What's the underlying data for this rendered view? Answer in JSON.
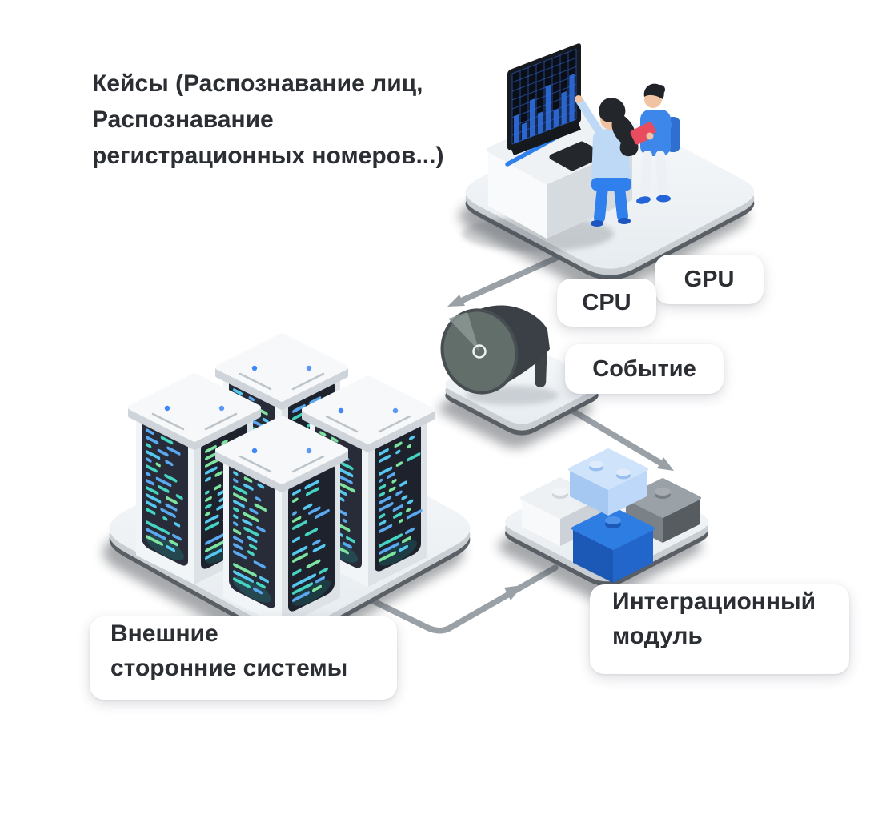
{
  "diagram": {
    "heading": {
      "line1": "Кейсы (Распознавание лиц,",
      "line2": "Распознавание",
      "line3": "регистрационных номеров...)"
    },
    "badges": {
      "gpu": "GPU",
      "cpu": "CPU",
      "event": "Событие",
      "external_line1": "Внешние",
      "external_line2": "сторонние системы",
      "integration_line1": "Интеграционный",
      "integration_line2": "модуль"
    },
    "illustrations": {
      "workstation": "analytics-dashboard-workstation",
      "event_source": "megaphone",
      "external_systems": "server-rack-cluster",
      "integration": "puzzle-pieces-module"
    },
    "colors": {
      "accent_blue": "#2f80ed",
      "deep_blue": "#1c58b6",
      "connector_gray": "#99a0a6",
      "text": "#2b2e33",
      "badge_bg": "#ffffff",
      "panel_dark": "#232733",
      "code_teal": "#45d3c2",
      "code_blue": "#5aa9f0",
      "code_green": "#7de39e",
      "platform_top": "#edf1f4"
    }
  }
}
